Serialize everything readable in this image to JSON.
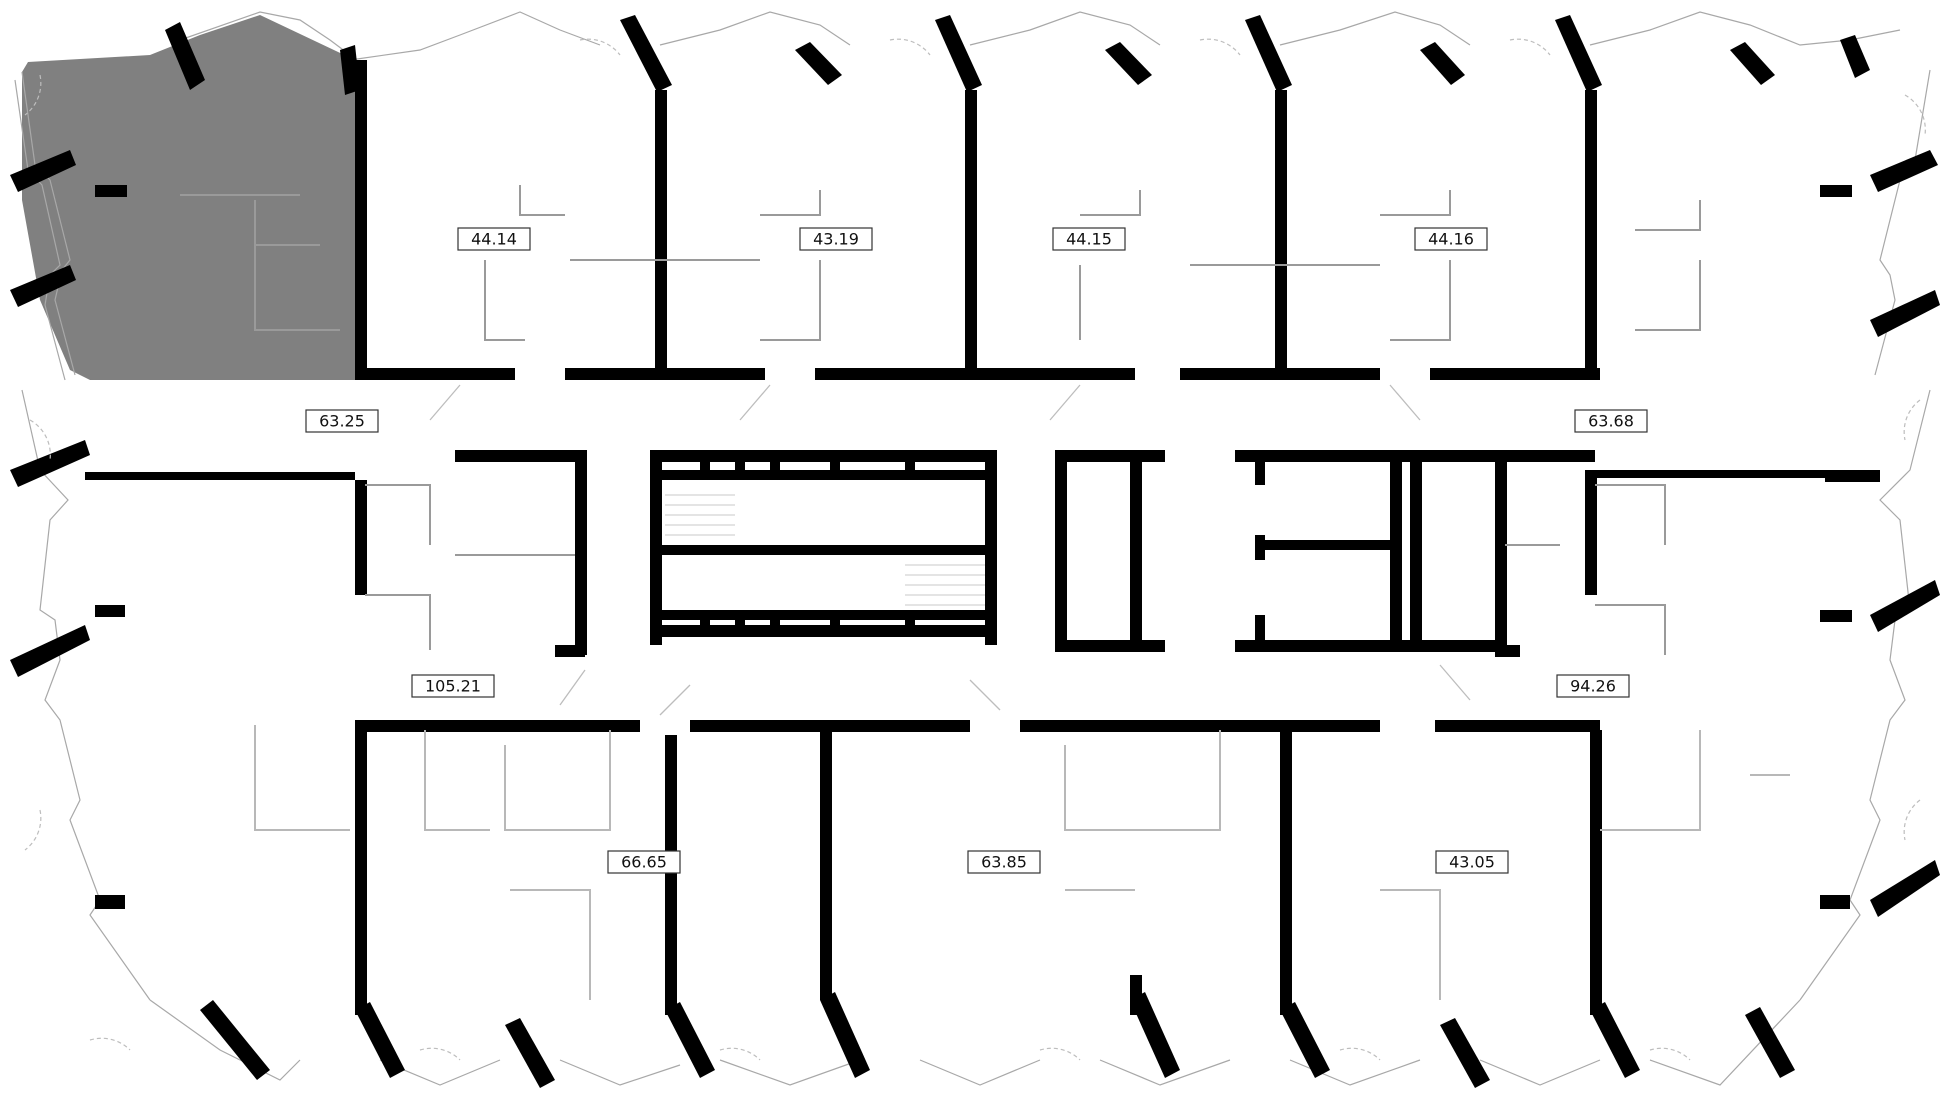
{
  "floor_plan": {
    "selected_apartment": "63.25",
    "highlight_color": "#808080",
    "apartments": [
      {
        "id": "apt-1",
        "area": "63.25"
      },
      {
        "id": "apt-2",
        "area": "44.14"
      },
      {
        "id": "apt-3",
        "area": "43.19"
      },
      {
        "id": "apt-4",
        "area": "44.15"
      },
      {
        "id": "apt-5",
        "area": "44.16"
      },
      {
        "id": "apt-6",
        "area": "63.68"
      },
      {
        "id": "apt-7",
        "area": "105.21"
      },
      {
        "id": "apt-8",
        "area": "94.26"
      },
      {
        "id": "apt-9",
        "area": "66.65"
      },
      {
        "id": "apt-10",
        "area": "63.85"
      },
      {
        "id": "apt-11",
        "area": "43.05"
      }
    ]
  }
}
